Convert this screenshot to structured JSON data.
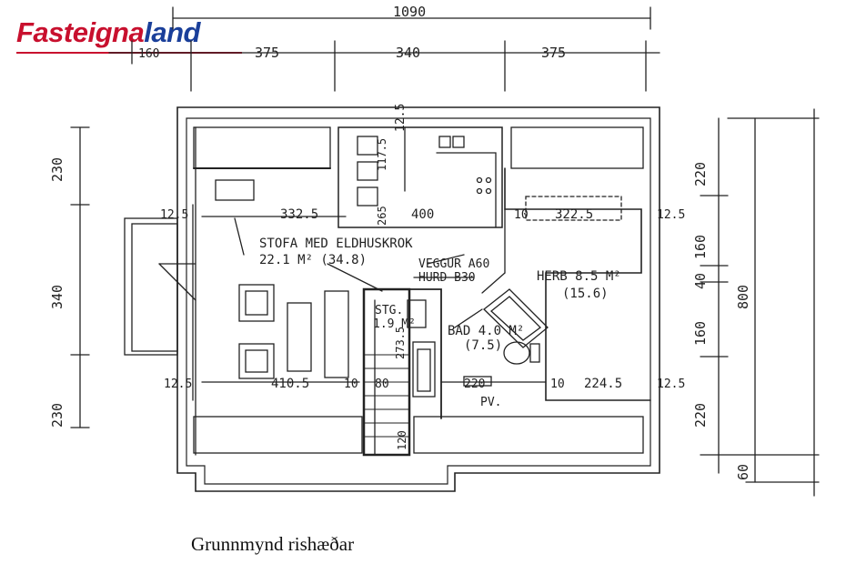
{
  "logo": {
    "part1": "Fasteigna",
    "part2": "land",
    "color1": "#c8102e",
    "color2": "#1a3f9a"
  },
  "caption": "Grunnmynd rishæðar",
  "dimensions": {
    "total_width": "1090",
    "side_left": "160",
    "top_left": "375",
    "top_mid": "340",
    "top_right": "375",
    "left_top": "230",
    "left_mid": "340",
    "left_bottom": "230",
    "right_top": "220",
    "right_160a": "160",
    "right_40": "40",
    "right_160b": "160",
    "right_bottom": "220",
    "right_total": "800",
    "right_60": "60",
    "vert_125": "12.5",
    "vert_1175": "117.5",
    "vert_265": "265",
    "d_125_left": "12.5",
    "d_3325": "332.5",
    "d_400": "400",
    "d_10_a": "10",
    "d_3225": "322.5",
    "d_125_right": "12.5",
    "d_125_left_b": "12.5",
    "d_4105": "410.5",
    "d_10_b": "10",
    "d_80": "80",
    "d_2735": "273.5",
    "d_220": "220",
    "d_10_c": "10",
    "d_2245": "224.5",
    "d_125_right_b": "12.5",
    "d_120": "120"
  },
  "rooms": {
    "living_name": "STOFA MED ELDHUSKROK",
    "living_area": "22.1 M² (34.8)",
    "wall_note1": "VEGGUR A60",
    "wall_note2": "HURD B30",
    "bedroom_name": "HERB 8.5 M²",
    "bedroom_area": "(15.6)",
    "stair_name": "STG.",
    "stair_area": "1.9 M²",
    "bath_name": "BAD 4.0 M²",
    "bath_area": "(7.5)",
    "pv_label": "PV."
  }
}
